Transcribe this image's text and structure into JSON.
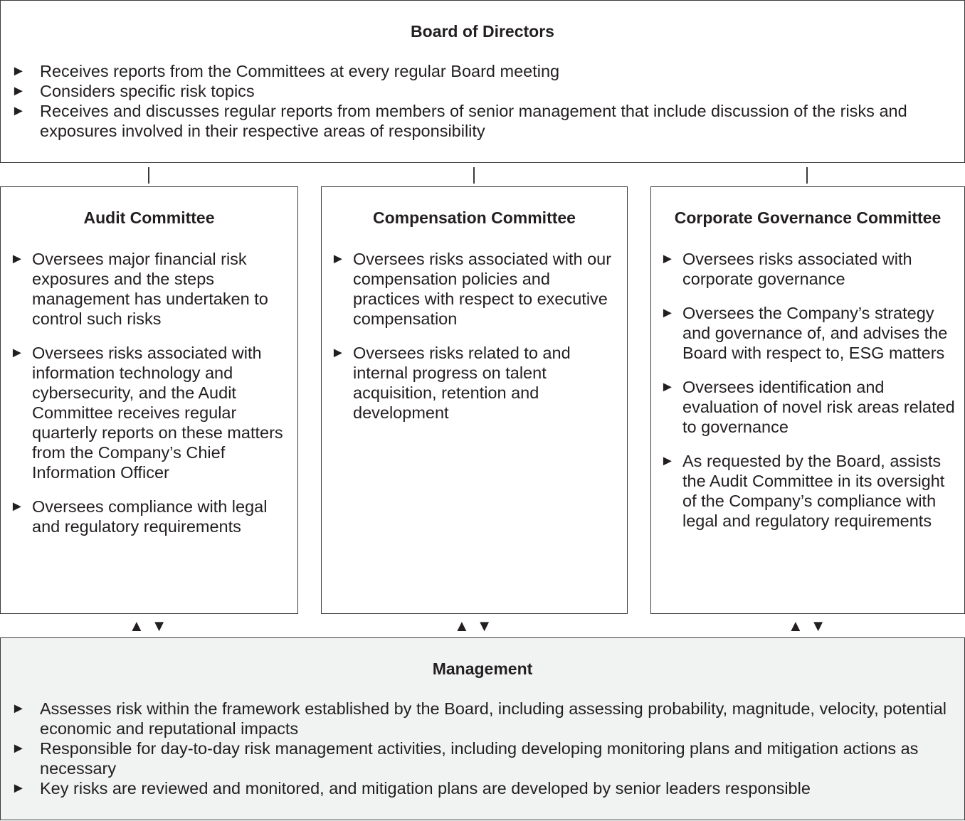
{
  "board": {
    "title": "Board of Directors",
    "items": [
      "Receives reports from the Committees at every regular Board meeting",
      "Considers specific risk topics",
      "Receives and discusses regular reports from members of senior management that include discussion of the risks and exposures involved in their respective areas of responsibility"
    ]
  },
  "committees": [
    {
      "title": "Audit Committee",
      "items": [
        "Oversees major financial risk exposures and the steps management has undertaken to control such risks",
        "Oversees risks associated with information technology and cybersecurity, and the Audit Committee receives regular quarterly reports on these matters from the Company’s Chief Information Officer",
        "Oversees compliance with legal and regulatory requirements"
      ]
    },
    {
      "title": "Compensation Committee",
      "items": [
        "Oversees risks associated with our compensation policies and practices with respect to executive compensation",
        "Oversees risks related to and internal progress on talent acquisition, retention and development"
      ]
    },
    {
      "title": "Corporate Governance Committee",
      "items": [
        "Oversees risks associated with corporate governance",
        "Oversees the Company’s strategy and governance of, and advises the Board with respect to, ESG matters",
        "Oversees identification and evaluation of novel risk areas related to governance",
        "As requested by the Board, assists the Audit Committee in its oversight of the Company’s compliance with legal and regulatory requirements"
      ]
    }
  ],
  "management": {
    "title": "Management",
    "items": [
      "Assesses risk within the framework established by the Board, including assessing probability, magnitude, velocity, potential economic and reputational impacts",
      "Responsible for day-to-day risk management activities, including developing monitoring plans and mitigation actions as necessary",
      "Key risks are reviewed and monitored, and mitigation plans are developed by senior leaders responsible"
    ]
  },
  "glyphs": {
    "bullet": "►",
    "up_arrow": "▲",
    "down_arrow": "▼"
  }
}
